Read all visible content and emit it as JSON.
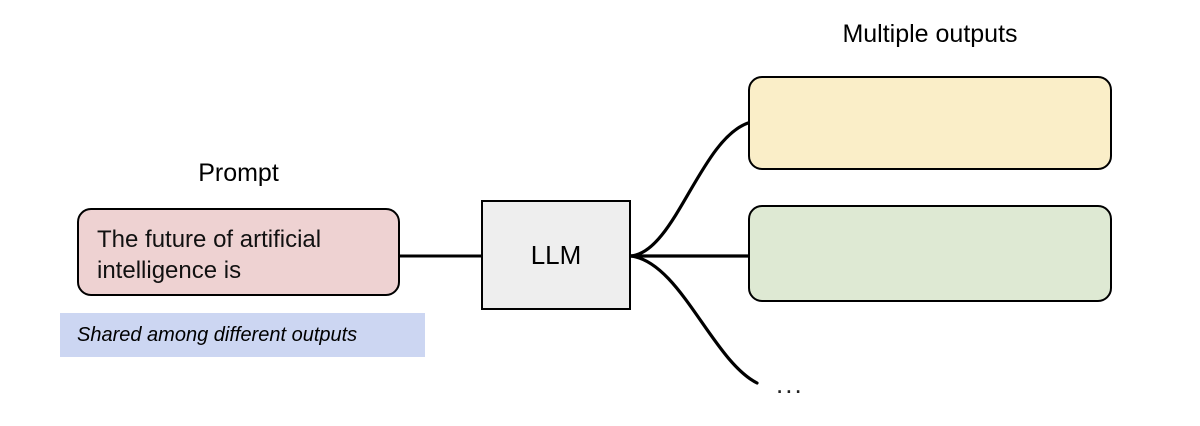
{
  "diagram": {
    "title_prompt": "Prompt",
    "title_outputs": "Multiple outputs",
    "prompt_box": {
      "text": "The future of artificial intelligence is",
      "fill": "#eed2d2"
    },
    "shared_note": {
      "text": "Shared among different outputs",
      "fill": "#ccd6f2"
    },
    "model_box": {
      "label": "LLM",
      "fill": "#eeeeee"
    },
    "outputs": [
      {
        "label": "",
        "fill": "#faeec8"
      },
      {
        "label": "",
        "fill": "#dee9d3"
      }
    ],
    "ellipsis": "...",
    "stroke_color": "#000000",
    "background": "#ffffff"
  }
}
